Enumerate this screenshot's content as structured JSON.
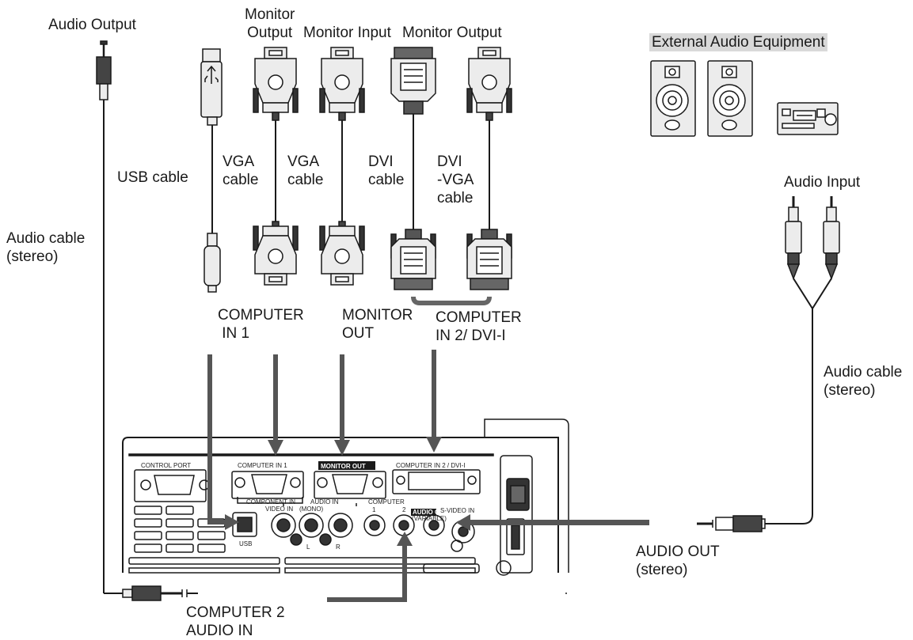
{
  "labels": {
    "audio_output": "Audio Output",
    "monitor_output_1": "Monitor\nOutput",
    "monitor_input": "Monitor Input",
    "monitor_output_2": "Monitor Output",
    "external_audio": "External Audio Equipment",
    "usb_cable": "USB cable",
    "vga_cable_1": "VGA\ncable",
    "vga_cable_2": "VGA\ncable",
    "dvi_cable": "DVI\ncable",
    "dvi_vga_cable": "DVI\n-VGA\ncable",
    "audio_input": "Audio Input",
    "audio_cable_left": "Audio cable\n(stereo)",
    "audio_cable_right": "Audio cable\n(stereo)",
    "computer_in_1": "COMPUTER\n IN 1",
    "monitor_out": "MONITOR\nOUT",
    "computer_in_2": "COMPUTER\nIN 2/ DVI-I",
    "audio_out_stereo": "AUDIO OUT\n(stereo)",
    "computer_2_audio_in": "COMPUTER 2\nAUDIO IN"
  },
  "panel": {
    "control_port": "CONTROL PORT",
    "computer_in_1": "COMPUTER IN 1",
    "monitor_out": "MONITOR OUT",
    "computer_in_2_dvi": "COMPUTER IN 2 / DVI-I",
    "component_in": "COMPONENT IN",
    "audio_in": "AUDIO IN",
    "video_in": "VIDEO IN",
    "mono": "(MONO)",
    "computer": "COMPUTER",
    "one": "1",
    "two": "2",
    "audio_out": "AUDIO OUT",
    "variable": "(VARIABLE)",
    "s_video_in": "S-VIDEO IN",
    "usb": "USB",
    "l": "L",
    "r": "R"
  },
  "colors": {
    "line": "#1a1a1a",
    "arrow": "#555555",
    "connector_fill": "#ececec",
    "label_box": "#d9d9d9"
  }
}
